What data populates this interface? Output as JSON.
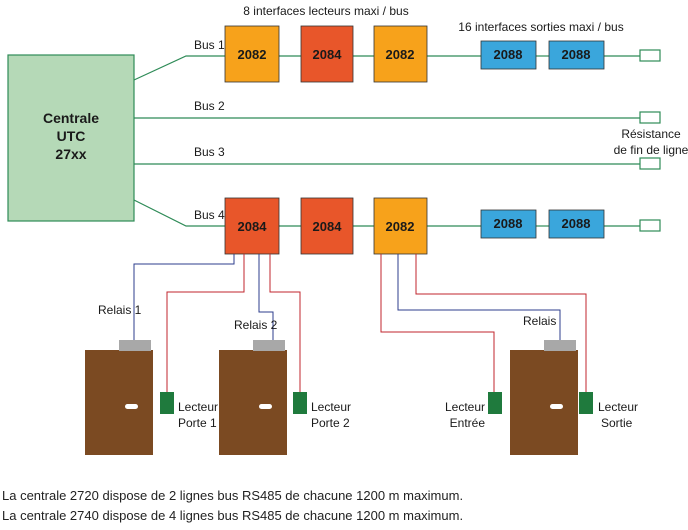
{
  "central": {
    "line1": "Centrale",
    "line2": "UTC",
    "line3": "27xx"
  },
  "header_readers": "8 interfaces lecteurs maxi / bus",
  "header_outputs": "16 interfaces sorties maxi / bus",
  "bus_labels": [
    "Bus 1",
    "Bus 2",
    "Bus 3",
    "Bus 4"
  ],
  "resistance_label": {
    "line1": "Résistance",
    "line2": "de fin de ligne"
  },
  "bus1_modules": [
    "2082",
    "2084",
    "2082",
    "2088",
    "2088"
  ],
  "bus4_modules": [
    "2084",
    "2084",
    "2082",
    "2088",
    "2088"
  ],
  "relais_labels": [
    "Relais 1",
    "Relais 2",
    "Relais"
  ],
  "readers": [
    {
      "line1": "Lecteur",
      "line2": "Porte 1"
    },
    {
      "line1": "Lecteur",
      "line2": "Porte 2"
    },
    {
      "line1": "Lecteur",
      "line2": "Entrée"
    },
    {
      "line1": "Lecteur",
      "line2": "Sortie"
    }
  ],
  "captions": [
    "La centrale 2720 dispose de 2 lignes bus RS485 de chacune 1200 m maximum.",
    "La centrale 2740 dispose de 4 lignes bus RS485 de chacune 1200 m maximum."
  ],
  "colors": {
    "central": "#b5d9b7",
    "module_2082": "#f7a21b",
    "module_2084": "#e8562a",
    "module_2088": "#3aa6dc",
    "bus_line": "#2e8b57",
    "door": "#7b4a22",
    "reader": "#1f7a3d",
    "wire_red": "#c0262d",
    "wire_blue": "#2c3e8c"
  }
}
